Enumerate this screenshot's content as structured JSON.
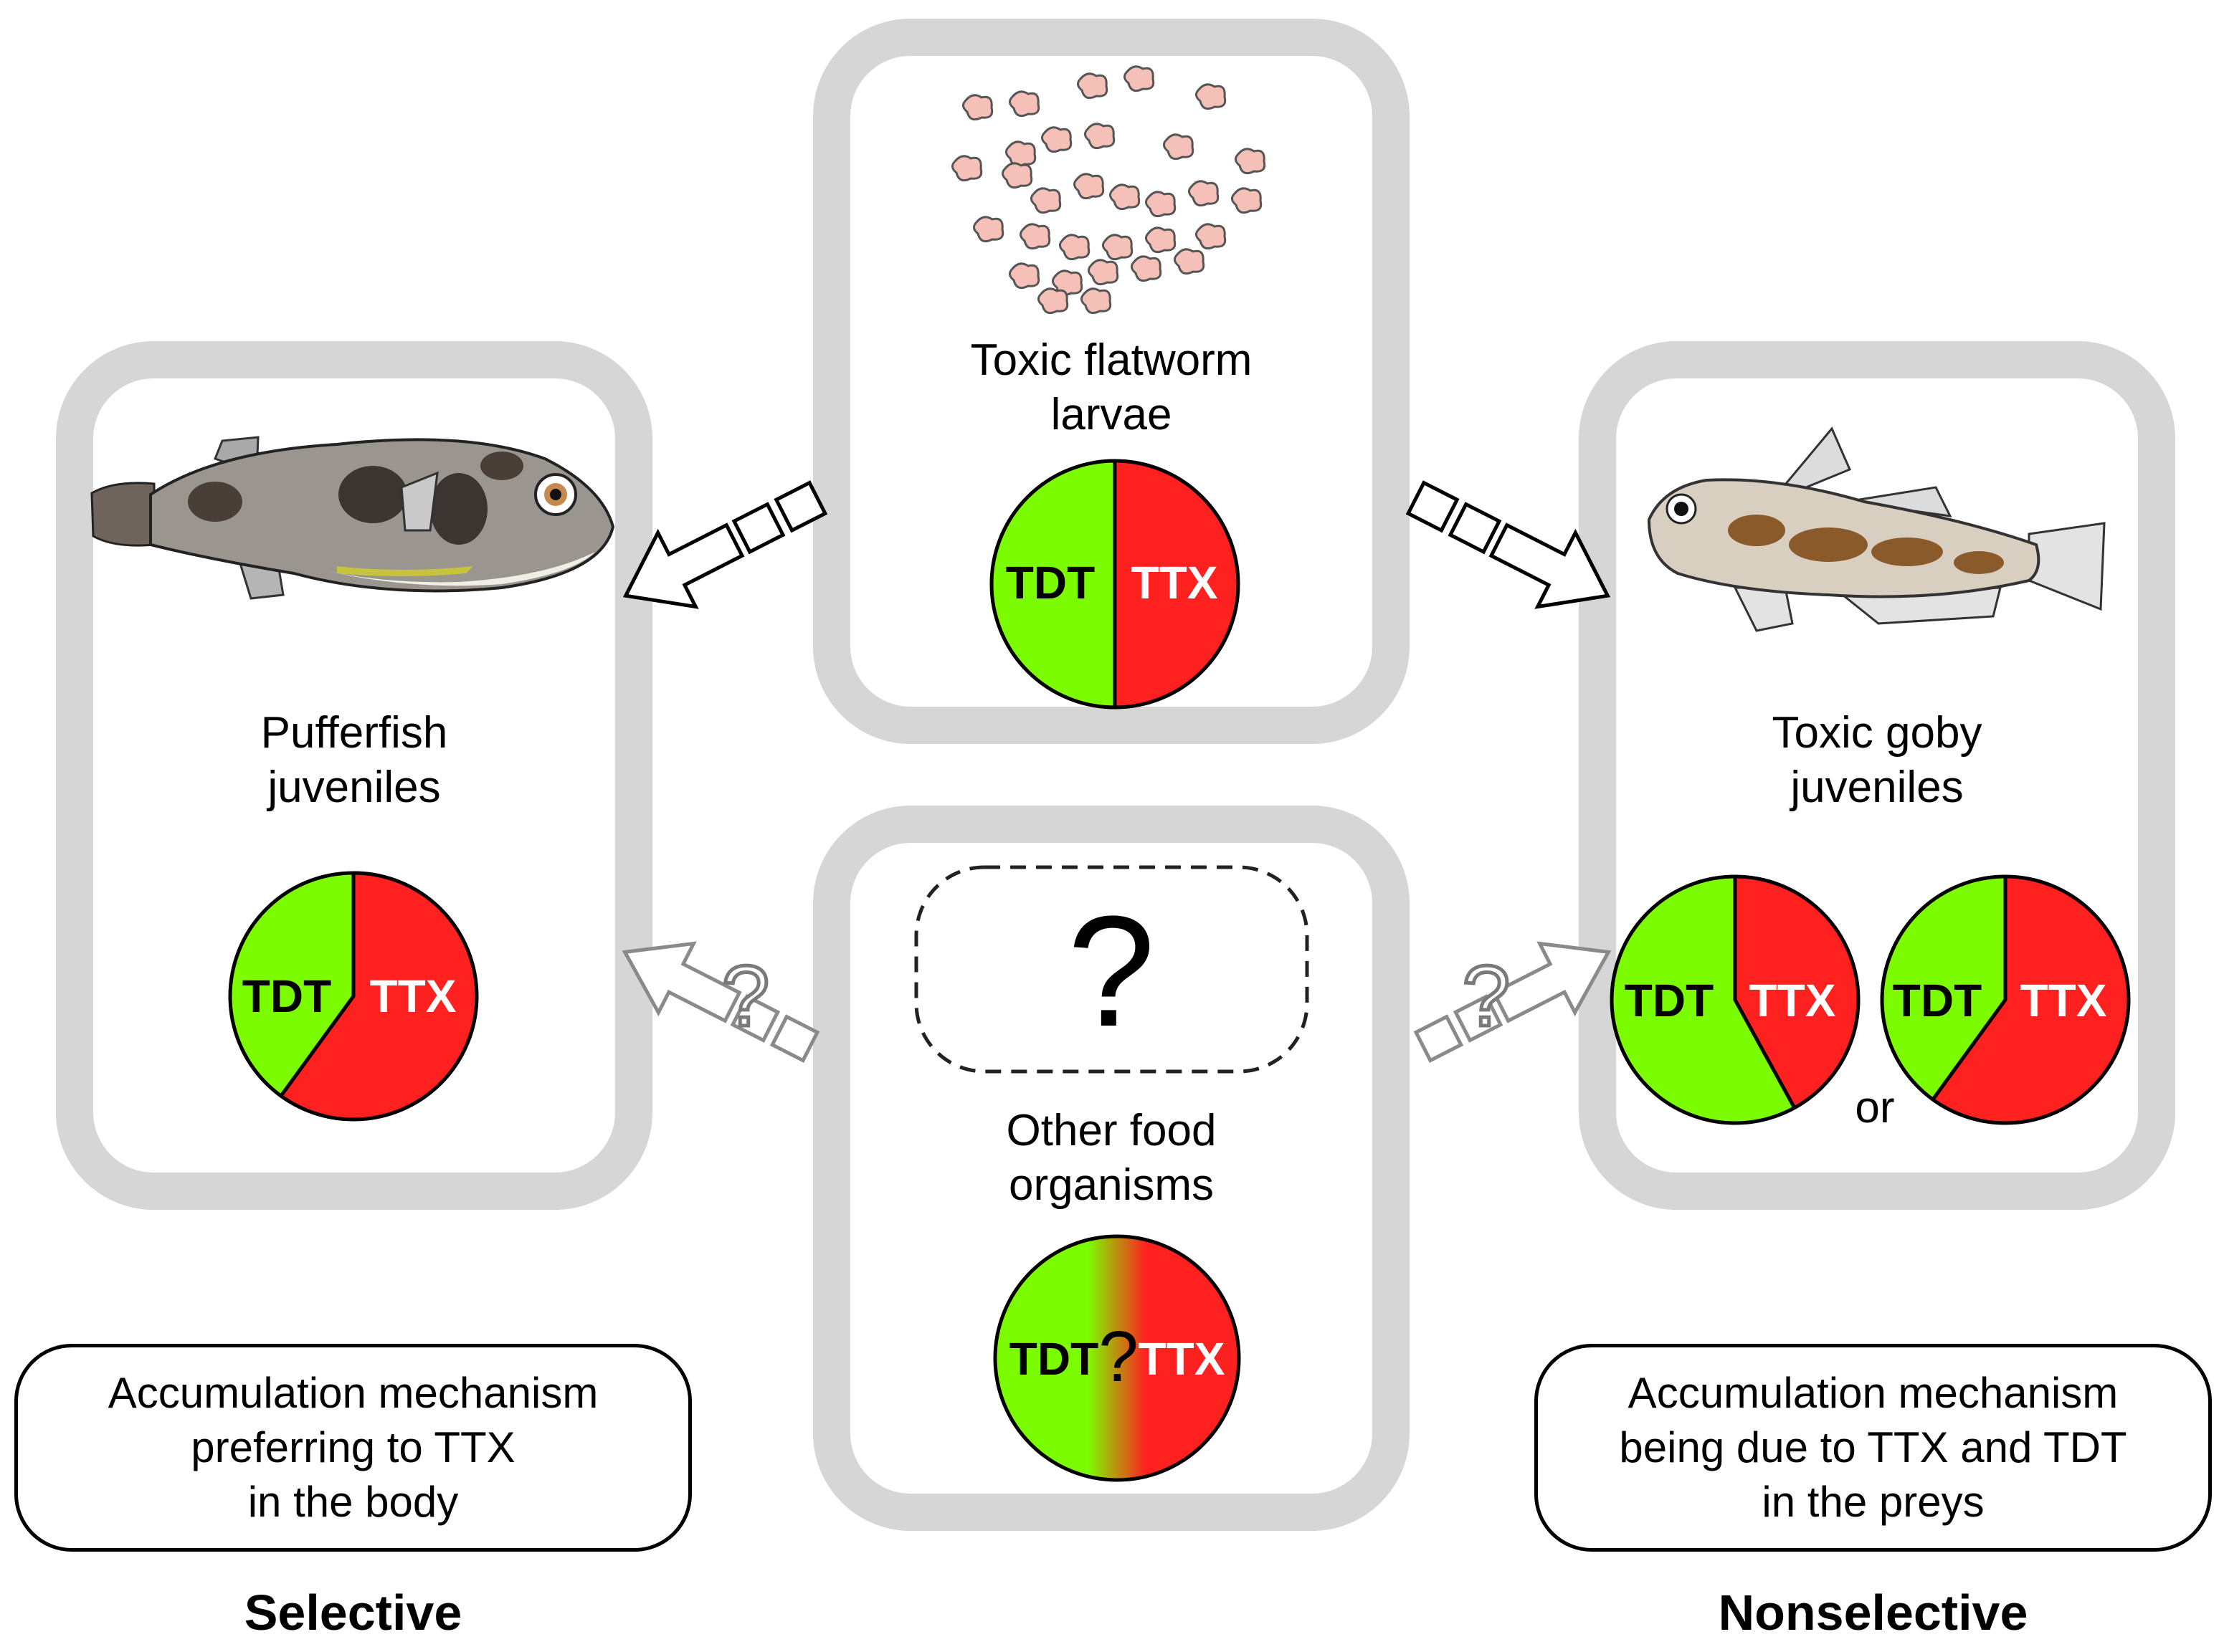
{
  "colors": {
    "tdt_green": "#7CFC00",
    "ttx_red": "#FF2020",
    "panel_gray": "#d6d6d6"
  },
  "panels": {
    "flatworm": {
      "title_line1": "Toxic flatworm",
      "title_line2": "larvae",
      "icon": "flatworm-larvae-cluster"
    },
    "pufferfish": {
      "title_line1": "Pufferfish",
      "title_line2": "juveniles",
      "icon": "pufferfish-illustration"
    },
    "goby": {
      "title_line1": "Toxic goby",
      "title_line2": "juveniles",
      "or_label": "or",
      "icon": "goby-illustration"
    },
    "other_food": {
      "title_line1": "Other food",
      "title_line2": "organisms",
      "unknown_mark": "?"
    }
  },
  "pies": {
    "flatworm": {
      "tdt_label": "TDT",
      "ttx_label": "TTX",
      "ttx_fraction": 0.5
    },
    "pufferfish": {
      "tdt_label": "TDT",
      "ttx_label": "TTX",
      "ttx_fraction": 0.6
    },
    "goby_a": {
      "tdt_label": "TDT",
      "ttx_label": "TTX",
      "ttx_fraction": 0.42
    },
    "goby_b": {
      "tdt_label": "TDT",
      "ttx_label": "TTX",
      "ttx_fraction": 0.6
    },
    "other_food": {
      "tdt_label": "TDT",
      "ttx_label": "TTX",
      "unknown_mark": "?"
    }
  },
  "arrows": {
    "unknown_mark": "?"
  },
  "mechanisms": {
    "selective": {
      "line1": "Accumulation mechanism",
      "line2": "preferring to TTX",
      "line3": "in the body",
      "caption": "Selective"
    },
    "nonselective": {
      "line1": "Accumulation mechanism",
      "line2": "being due to TTX and TDT",
      "line3": "in the preys",
      "caption": "Nonselective"
    }
  }
}
